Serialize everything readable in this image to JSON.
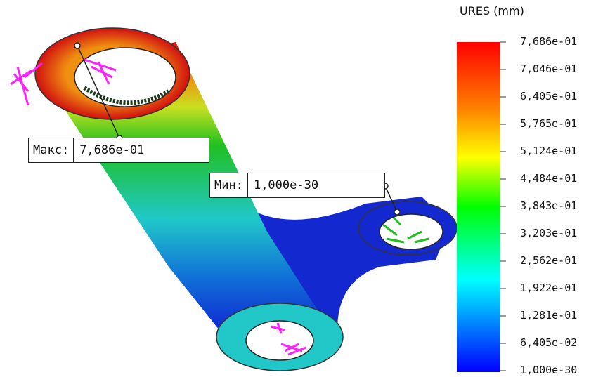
{
  "probes": {
    "max": {
      "label": "Макс:",
      "value": "7,686e-01"
    },
    "min": {
      "label": "Мин:",
      "value": "1,000e-30"
    }
  },
  "legend": {
    "title": "URES (mm)",
    "ticks": [
      "7,686e-01",
      "7,046e-01",
      "6,405e-01",
      "5,765e-01",
      "5,124e-01",
      "4,484e-01",
      "3,843e-01",
      "3,203e-01",
      "2,562e-01",
      "1,922e-01",
      "1,281e-01",
      "6,405e-02",
      "1,000e-30"
    ],
    "colors": [
      "#ff0000",
      "#ff8000",
      "#ffff00",
      "#00ff00",
      "#00ffff",
      "#0000ff"
    ]
  },
  "model_colors": {
    "red": "#e01010",
    "orange": "#f09010",
    "yellow": "#e8e020",
    "green": "#20c020",
    "cyan": "#20c8c8",
    "blue": "#1020d0",
    "magenta": "#ff20ff"
  }
}
